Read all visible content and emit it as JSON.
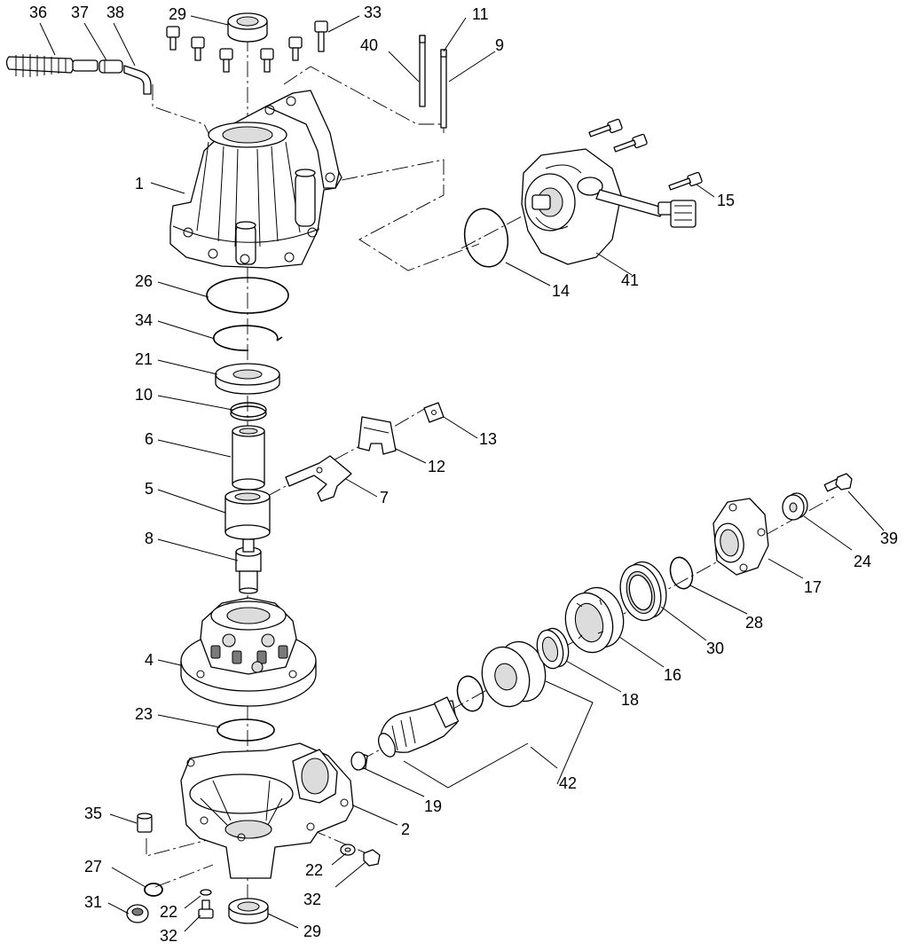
{
  "diagram": {
    "type": "exploded parts diagram",
    "callouts": [
      "36",
      "37",
      "38",
      "29",
      "33",
      "11",
      "40",
      "9",
      "1",
      "15",
      "14",
      "41",
      "26",
      "34",
      "21",
      "10",
      "13",
      "6",
      "12",
      "5",
      "7",
      "8",
      "39",
      "24",
      "17",
      "4",
      "28",
      "30",
      "16",
      "18",
      "23",
      "42",
      "19",
      "35",
      "2",
      "22",
      "27",
      "32",
      "31",
      "22",
      "32",
      "29"
    ]
  }
}
